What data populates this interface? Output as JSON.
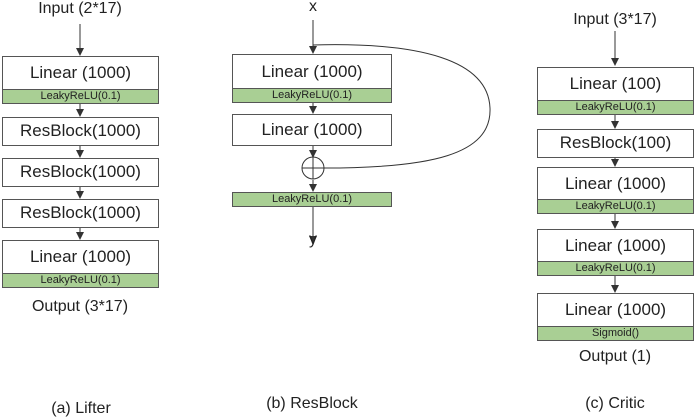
{
  "lifter": {
    "input": "Input (2*17)",
    "blocks": [
      {
        "label": "Linear (1000)",
        "act": "LeakyReLU(0.1)"
      },
      {
        "label": "ResBlock(1000)"
      },
      {
        "label": "ResBlock(1000)"
      },
      {
        "label": "ResBlock(1000)"
      },
      {
        "label": "Linear (1000)",
        "act": "LeakyReLU(0.1)"
      }
    ],
    "output": "Output (3*17)",
    "caption": "(a) Lifter"
  },
  "resblock": {
    "input": "x",
    "blocks": [
      {
        "label": "Linear (1000)",
        "act": "LeakyReLU(0.1)"
      },
      {
        "label": "Linear (1000)"
      }
    ],
    "post_act": "LeakyReLU(0.1)",
    "output": "y",
    "caption": "(b) ResBlock"
  },
  "critic": {
    "input": "Input (3*17)",
    "blocks": [
      {
        "label": "Linear (100)",
        "act": "LeakyReLU(0.1)"
      },
      {
        "label": "ResBlock(100)"
      },
      {
        "label": "Linear (1000)",
        "act": "LeakyReLU(0.1)"
      },
      {
        "label": "Linear (1000)",
        "act": "LeakyReLU(0.1)"
      },
      {
        "label": "Linear (1000)",
        "act": "Sigmoid()"
      }
    ],
    "output": "Output (1)",
    "caption": "(c) Critic"
  },
  "colors": {
    "activation": "#a9cf94",
    "border": "#555555"
  }
}
